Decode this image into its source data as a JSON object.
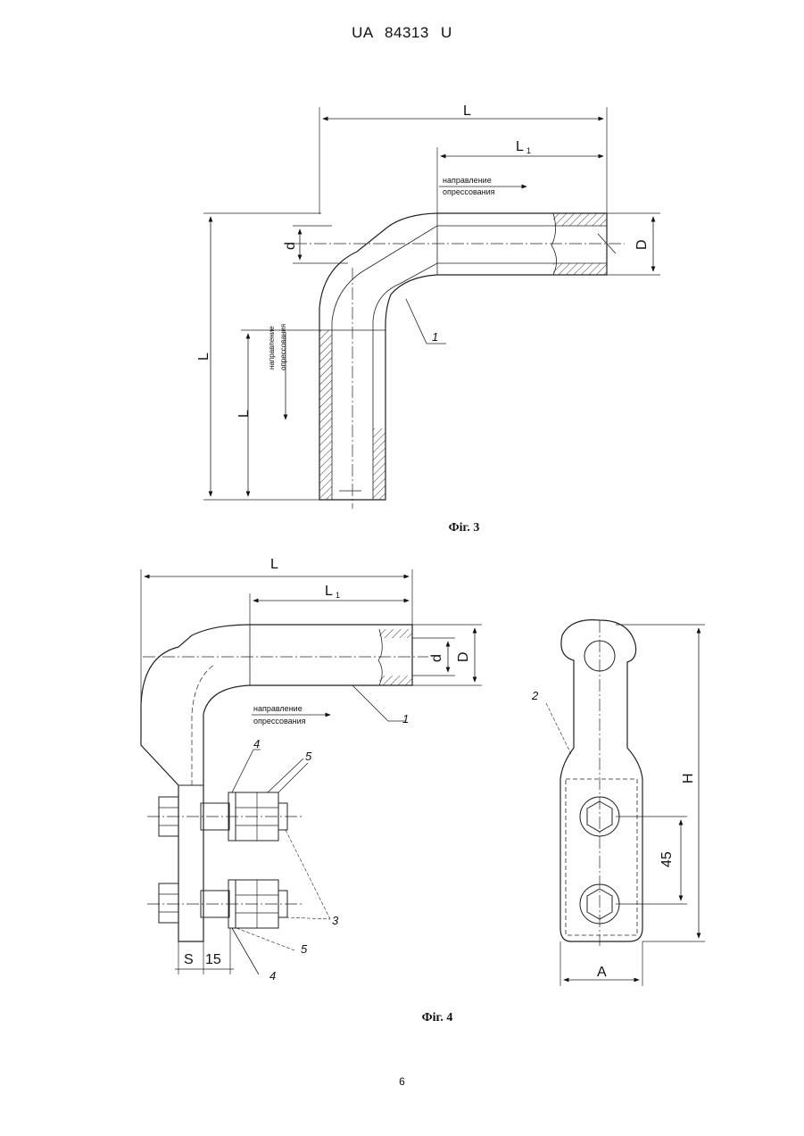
{
  "header": {
    "title": "UA   84313   U"
  },
  "figure3": {
    "caption": "Фіг. 3",
    "dim_L": "L",
    "dim_L1": "L",
    "dim_L1_sub": "1",
    "dim_d": "d",
    "dim_D": "D",
    "note_line1": "направление",
    "note_line2": "опрессования",
    "callout_1": "1"
  },
  "figure4": {
    "caption": "Фіг. 4",
    "dim_L": "L",
    "dim_L1": "L",
    "dim_L1_sub": "1",
    "dim_d": "d",
    "dim_D": "D",
    "dim_S": "S",
    "dim_15": "15",
    "dim_H": "H",
    "dim_45": "45",
    "dim_A": "A",
    "note_line1": "направление",
    "note_line2": "опрессования",
    "callout_1": "1",
    "callout_2": "2",
    "callout_3": "3",
    "callout_4a": "4",
    "callout_4b": "4",
    "callout_5a": "5",
    "callout_5b": "5"
  },
  "footer": {
    "page_number": "6"
  }
}
